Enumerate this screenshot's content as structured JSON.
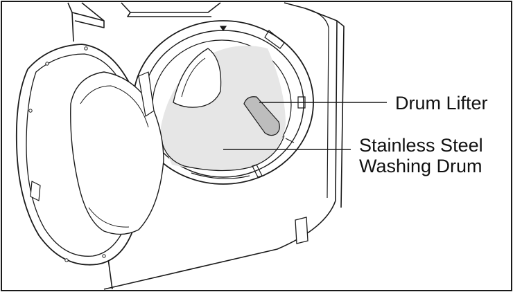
{
  "labels": {
    "drum_lifter": "Drum Lifter",
    "drum_line1": "Stainless Steel",
    "drum_line2": "Washing Drum"
  },
  "colors": {
    "outline": "#1a1a1a",
    "drum_fill": "#e6e6e6",
    "lifter_fill": "#bdbdbd",
    "background": "#ffffff"
  }
}
